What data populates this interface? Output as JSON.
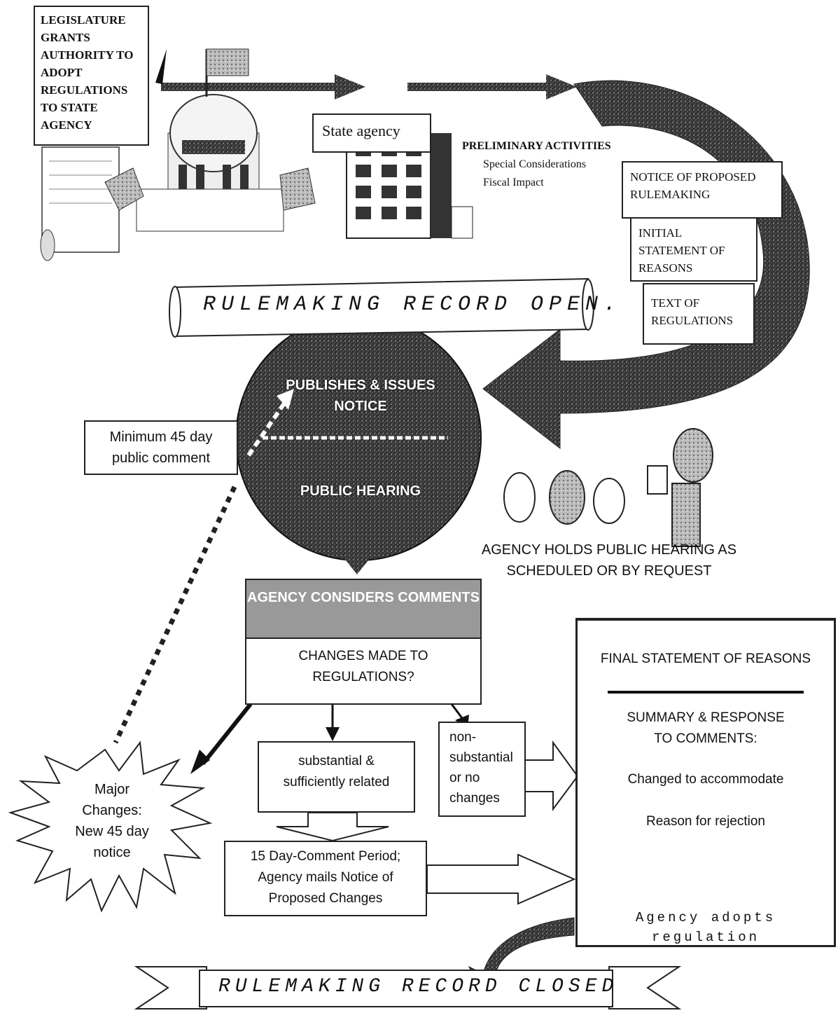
{
  "legislature": {
    "text": "LEGISLATURE GRANTS AUTHORITY TO ADOPT REGULATIONS TO STATE AGENCY"
  },
  "state_agency": {
    "label": "State agency"
  },
  "preliminary": {
    "title": "PRELIMINARY ACTIVITIES",
    "line1": "Special Considerations",
    "line2": "Fiscal Impact"
  },
  "notice_docs": {
    "notice": "NOTICE OF PROPOSED RULEMAKING",
    "initial": "INITIAL STATEMENT OF REASONS",
    "text": "TEXT OF REGULATIONS"
  },
  "banner_open": {
    "text": "RULEMAKING RECORD OPEN."
  },
  "circle": {
    "top": "PUBLISHES & ISSUES NOTICE",
    "bottom": "PUBLIC HEARING"
  },
  "min_comment": {
    "text": "Minimum 45 day public comment"
  },
  "hearing_caption": {
    "line1": "AGENCY HOLDS PUBLIC HEARING AS",
    "line2": "SCHEDULED OR BY REQUEST"
  },
  "considers": {
    "header": "AGENCY CONSIDERS COMMENTS",
    "question": "CHANGES MADE TO REGULATIONS?"
  },
  "major": {
    "text": "Major Changes: New 45 day notice"
  },
  "substantial": {
    "text": "substantial & sufficiently related"
  },
  "nonsubstantial": {
    "text": "non-substantial or no changes"
  },
  "fifteen_day": {
    "text": "15 Day-Comment Period; Agency mails Notice of Proposed Changes"
  },
  "final": {
    "title": "FINAL STATEMENT OF REASONS",
    "summary": "SUMMARY & RESPONSE TO COMMENTS:",
    "item1": "Changed to accommodate",
    "item2": "Reason for rejection",
    "adopts": "Agency adopts regulation"
  },
  "banner_closed": {
    "text": "RULEMAKING RECORD CLOSED"
  }
}
